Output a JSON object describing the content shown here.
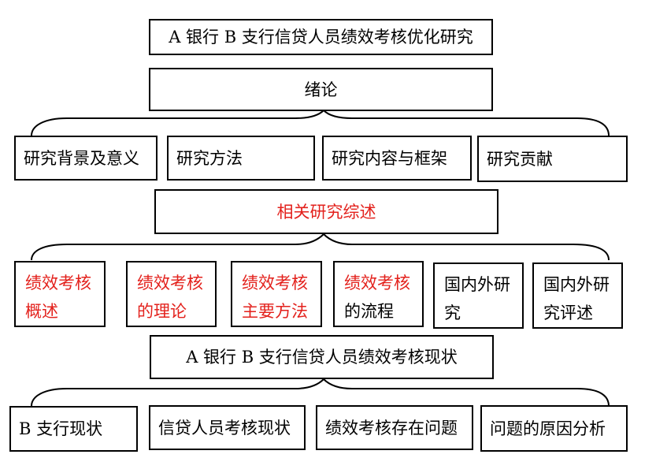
{
  "title": "A 银行 B 支行信贷人员绩效考核优化研究",
  "sections": [
    {
      "heading": "绪论",
      "children": [
        {
          "lines": [
            "研究背景及意义"
          ]
        },
        {
          "lines": [
            "研究方法"
          ]
        },
        {
          "lines": [
            "研究内容与框架"
          ]
        },
        {
          "lines": [
            "研究贡献"
          ]
        }
      ]
    },
    {
      "heading": "相关研究综述",
      "children": [
        {
          "lines": [
            "绩效考核",
            "概述"
          ]
        },
        {
          "lines": [
            "绩效考核",
            "的理论"
          ]
        },
        {
          "lines": [
            "绩效考核",
            "主要方法"
          ]
        },
        {
          "lines": [
            "绩效考核",
            "的流程"
          ]
        },
        {
          "lines": [
            "国内外研",
            "究"
          ]
        },
        {
          "lines": [
            "国内外研",
            "究评述"
          ]
        }
      ]
    },
    {
      "heading": "A 银行 B 支行信贷人员绩效考核现状",
      "children": [
        {
          "lines": [
            "B 支行现状"
          ]
        },
        {
          "lines": [
            "信贷人员考核现状"
          ]
        },
        {
          "lines": [
            "绩效考核存在问题"
          ]
        },
        {
          "lines": [
            "问题的原因分析"
          ]
        }
      ]
    }
  ],
  "colors": {
    "highlight": "#e3211c",
    "stroke": "#000000"
  }
}
